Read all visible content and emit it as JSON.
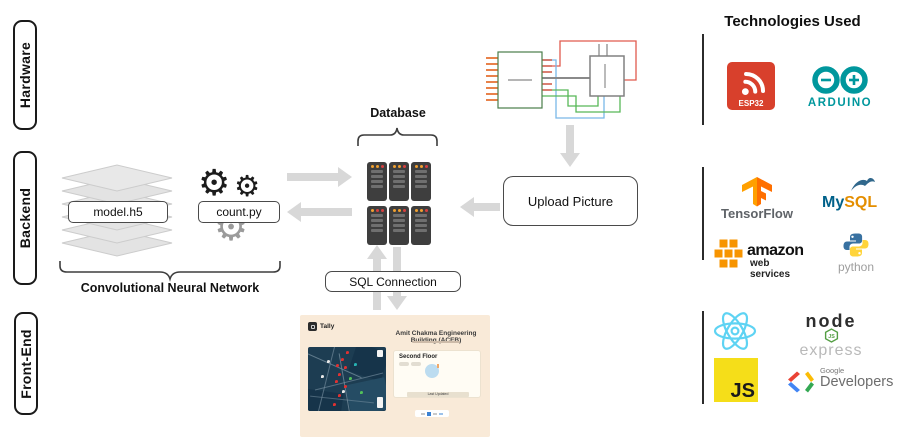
{
  "rows": {
    "hardware": "Hardware",
    "backend": "Backend",
    "frontend": "Front-End"
  },
  "diagram": {
    "database_label": "Database",
    "model_label": "model.h5",
    "count_label": "count.py",
    "cnn_label": "Convolutional Neural Network",
    "sql_label": "SQL Connection",
    "upload_label": "Upload Picture"
  },
  "app": {
    "brand": "Tally",
    "title": "Amit Chakma Engineering Building (ACEB)",
    "card_title": "Second Floor",
    "last_updated_label": "Last Updated"
  },
  "tech": {
    "title": "Technologies Used",
    "esp32": "ESP32",
    "arduino": "ARDUINO",
    "tensorflow": "TensorFlow",
    "mysql_my": "My",
    "mysql_sql": "SQL",
    "amazon": "amazon",
    "aws_sub": "web services",
    "python": "python",
    "node": "node",
    "node_badge": "JS",
    "express": "express",
    "js": "JS",
    "google": "Google",
    "developers": "Developers"
  },
  "icons": {
    "gear": "⚙"
  },
  "colors": {
    "arrow_gray": "#d8d8d8",
    "server_dark": "#3e3e3e",
    "esp32_red": "#d8402c",
    "arduino_teal": "#00979d",
    "tensorflow_orange": "#ff9100",
    "mysql_blue": "#00618a",
    "mysql_orange": "#e48e00",
    "aws_orange": "#f79400",
    "python_blue": "#3871a1",
    "python_yellow": "#ffd43b",
    "react_blue": "#5ed3f3",
    "node_green": "#539e43",
    "js_yellow": "#f5de19",
    "app_cream": "#f9ead8",
    "map_navy": "#1d3d52",
    "donut_blue": "#bcdcf0"
  }
}
